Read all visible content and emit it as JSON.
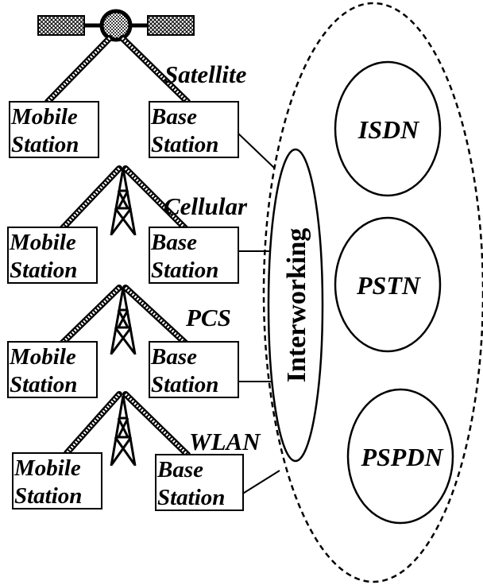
{
  "satellite": {
    "label": "Satellite"
  },
  "technologies": [
    {
      "label": "Cellular"
    },
    {
      "label": "PCS"
    },
    {
      "label": "WLAN"
    }
  ],
  "stations": {
    "mobile_line1": "Mobile",
    "mobile_line2": "Station",
    "base_line1": "Base",
    "base_line2": "Station"
  },
  "interworking": {
    "label": "Interworking"
  },
  "networks": [
    {
      "label": "ISDN"
    },
    {
      "label": "PSTN"
    },
    {
      "label": "PSPDN"
    }
  ]
}
